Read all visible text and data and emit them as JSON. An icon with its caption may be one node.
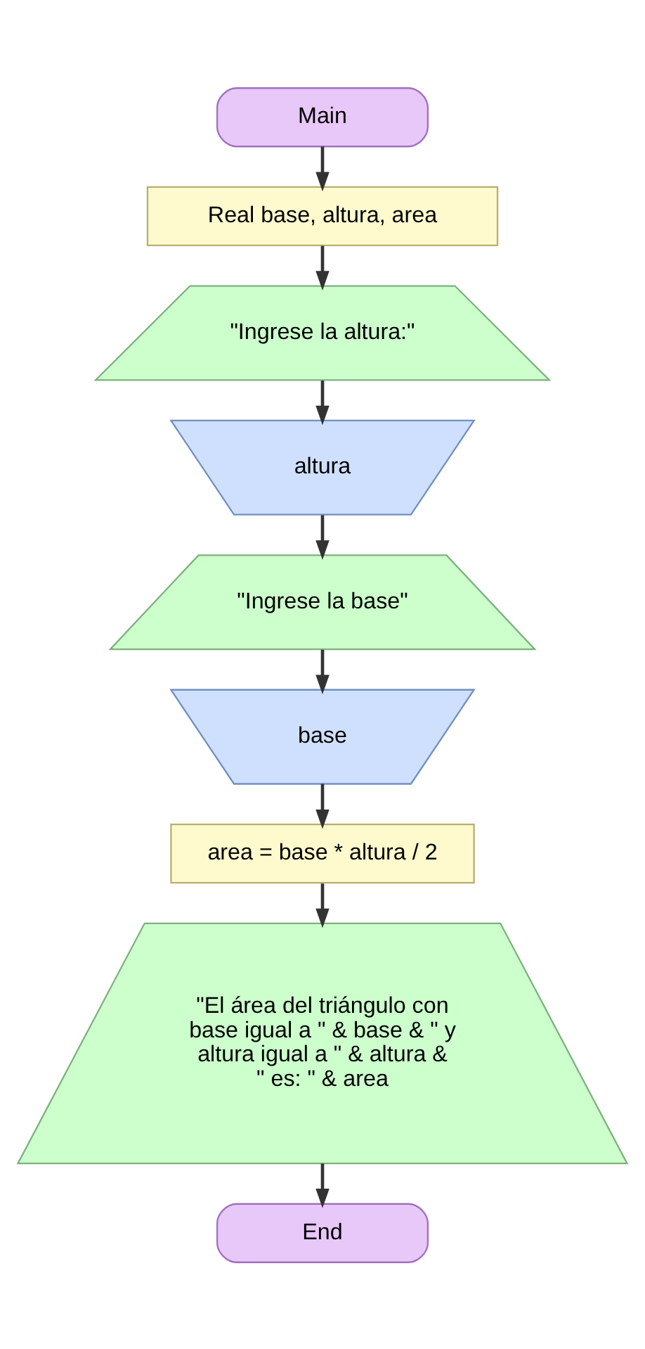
{
  "diagram": {
    "nodes": [
      {
        "text": [
          "Main"
        ]
      },
      {
        "text": [
          "Real base, altura, area"
        ]
      },
      {
        "text": [
          "\"Ingrese la altura:\""
        ]
      },
      {
        "text": [
          "altura"
        ]
      },
      {
        "text": [
          "\"Ingrese la base\""
        ]
      },
      {
        "text": [
          "base"
        ]
      },
      {
        "text": [
          "area = base * altura / 2"
        ]
      },
      {
        "text": [
          "\"El área del triángulo con base igual a \" & base & \" y altura igual a \" & altura & \" es: \" & area"
        ]
      },
      {
        "text": [
          "End"
        ]
      }
    ],
    "edges": [
      {
        "from": 0,
        "to": 1,
        "arrow": "to"
      },
      {
        "from": 1,
        "to": 2,
        "arrow": "to"
      },
      {
        "from": 2,
        "to": 3,
        "arrow": "to"
      },
      {
        "from": 3,
        "to": 4,
        "arrow": "to"
      },
      {
        "from": 4,
        "to": 5,
        "arrow": "to"
      },
      {
        "from": 5,
        "to": 6,
        "arrow": "to"
      },
      {
        "from": 6,
        "to": 7,
        "arrow": "to"
      },
      {
        "from": 7,
        "to": 8,
        "arrow": "to"
      }
    ]
  }
}
